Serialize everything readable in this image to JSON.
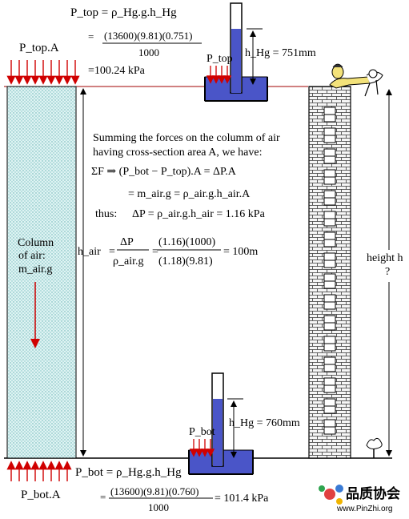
{
  "top_formula": {
    "line1": "P_top = ρ_Hg.g.h_Hg",
    "numerator": "(13600)(9.81)(0.751)",
    "denominator": "1000",
    "result": "=100.24 kPa"
  },
  "force_top_label": "P_top.A",
  "top_barometer": {
    "p_label": "P_top",
    "h_label": "h_Hg = 751mm"
  },
  "explanation": {
    "line1": "Summing the forces on the columm of air",
    "line2": "having cross-section area A, we have:",
    "eq1": "ΣF ⇒ (P_bot − P_top).A = ΔP.A",
    "eq2": "= m_air.g = ρ_air.g.h_air.A",
    "eq3_prefix": "thus:",
    "eq3": "ΔP = ρ_air.g.h_air = 1.16 kPa",
    "h_air_label": "h_air",
    "frac1_num": "ΔP",
    "frac1_den": "ρ_air.g",
    "frac2_num": "(1.16)(1000)",
    "frac2_den": "(1.18)(9.81)",
    "h_air_result": "= 100m"
  },
  "column": {
    "line1": "Column",
    "line2": "of air:",
    "line3": "m_air.g"
  },
  "height_label": "height h",
  "height_q": "?",
  "bottom_barometer": {
    "p_label": "P_bot",
    "h_label": "h_Hg = 760mm"
  },
  "bottom_formula": {
    "line1": "P_bot = ρ_Hg.g.h_Hg",
    "numerator": "(13600)(9.81)(0.760)",
    "denominator": "1000",
    "result": "= 101.4 kPa"
  },
  "force_bot_label": "P_bot.A",
  "watermark": {
    "cn": "品质协会",
    "url": "www.PinZhi.org"
  },
  "colors": {
    "mercury": "#4a55c8",
    "force_arrow": "#d00000",
    "air": "#d7f2f2",
    "brick": "#f4f4f4"
  }
}
